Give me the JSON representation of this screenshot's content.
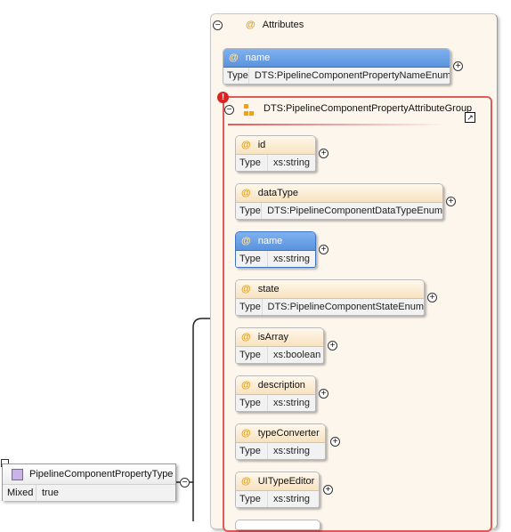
{
  "attributes_panel": {
    "title": "Attributes",
    "collapse_symbol": "⊖"
  },
  "top_attribute": {
    "name": "name",
    "type_label": "Type",
    "type": "DTS:PipelineComponentPropertyNameEnum"
  },
  "attribute_group": {
    "title": "DTS:PipelineComponentPropertyAttributeGroup",
    "error_symbol": "!",
    "attributes": [
      {
        "name": "id",
        "type_label": "Type",
        "type": "xs:string"
      },
      {
        "name": "dataType",
        "type_label": "Type",
        "type": "DTS:PipelineComponentDataTypeEnum"
      },
      {
        "name": "name",
        "type_label": "Type",
        "type": "xs:string"
      },
      {
        "name": "state",
        "type_label": "Type",
        "type": "DTS:PipelineComponentStateEnum"
      },
      {
        "name": "isArray",
        "type_label": "Type",
        "type": "xs:boolean"
      },
      {
        "name": "description",
        "type_label": "Type",
        "type": "xs:string"
      },
      {
        "name": "typeConverter",
        "type_label": "Type",
        "type": "xs:string"
      },
      {
        "name": "UITypeEditor",
        "type_label": "Type",
        "type": "xs:string"
      }
    ]
  },
  "element": {
    "name": "PipelineComponentPropertyType",
    "row_key": "Mixed",
    "row_value": "true"
  },
  "symbols": {
    "at": "@",
    "plus": "+",
    "minus": "−",
    "expand": "↗"
  },
  "colors": {
    "selected_header": "#5a93dd",
    "group_border": "#e05a5a",
    "attr_header": "#f7e2c0"
  }
}
